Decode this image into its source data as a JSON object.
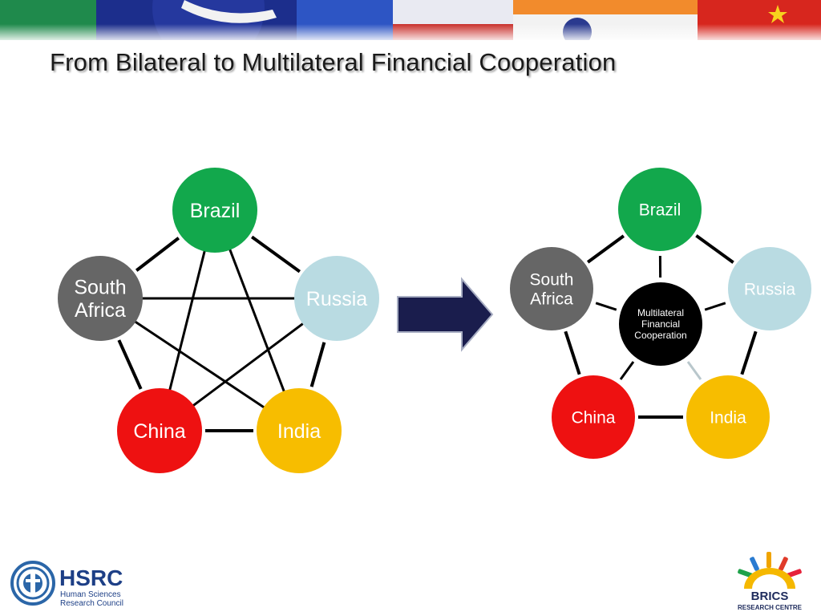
{
  "title": "From Bilateral to Multilateral Financial Cooperation",
  "colors": {
    "brazil": "#12a84c",
    "russia": "#b9dbe2",
    "india": "#f7bd00",
    "china": "#ee1111",
    "south_africa": "#666666",
    "center": "#000000",
    "arrow": "#1a1d4d"
  },
  "bilateral": {
    "nodes": [
      {
        "id": "brazil",
        "label": [
          "Brazil"
        ]
      },
      {
        "id": "russia",
        "label": [
          "Russia"
        ]
      },
      {
        "id": "india",
        "label": [
          "India"
        ]
      },
      {
        "id": "china",
        "label": [
          "China"
        ]
      },
      {
        "id": "south_africa",
        "label": [
          "South",
          "Africa"
        ]
      }
    ]
  },
  "multilateral": {
    "center": {
      "label": [
        "Multilateral",
        "Financial",
        "Cooperation"
      ]
    },
    "nodes": [
      {
        "id": "brazil",
        "label": [
          "Brazil"
        ]
      },
      {
        "id": "russia",
        "label": [
          "Russia"
        ]
      },
      {
        "id": "india",
        "label": [
          "India"
        ]
      },
      {
        "id": "china",
        "label": [
          "China"
        ]
      },
      {
        "id": "south_africa",
        "label": [
          "South",
          "Africa"
        ]
      }
    ]
  },
  "logos": {
    "hsrc": {
      "name": "HSRC",
      "lines": [
        "Human Sciences",
        "Research Council"
      ]
    },
    "brics": {
      "name": "BRICS",
      "sub": "RESEARCH CENTRE"
    }
  }
}
